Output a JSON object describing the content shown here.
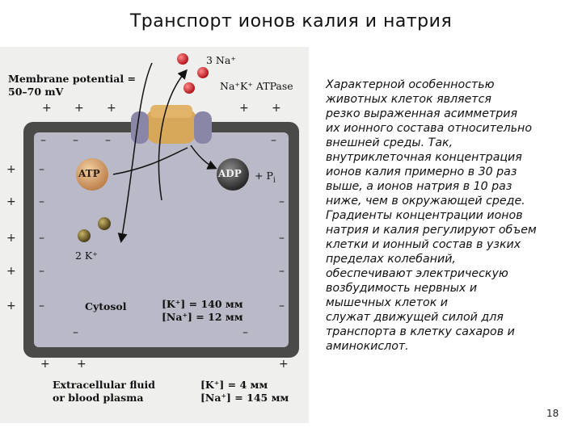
{
  "title": "Транспорт ионов калия и натрия",
  "figure": {
    "membrane_potential_line1": "Membrane potential =",
    "membrane_potential_line2": "50–70 mV",
    "na_out": "3 Na⁺",
    "atpase": "Na⁺K⁺ ATPase",
    "atp": "ATP",
    "adp": "ADP",
    "pi": "+ P",
    "pi_sub": "i",
    "k_in": "2 K⁺",
    "cytosol": "Cytosol",
    "cytosol_k": "[K⁺] = 140 мм",
    "cytosol_na": "[Na⁺] = 12 мм",
    "extracellular_line1": "Extracellular fluid",
    "extracellular_line2": "or blood plasma",
    "extracellular_k": "[K⁺] = 4 мм",
    "extracellular_na": "[Na⁺] = 145 мм",
    "plus": "+",
    "minus": "–",
    "colors": {
      "membrane": "#4a4a48",
      "cytosol": "#b9b9c7",
      "na_ion": "#c8262a",
      "k_ion": "#6b5a2a",
      "atp": "#d9a574",
      "adp": "#3a3a3a",
      "pump": "#c7974a"
    }
  },
  "body_lines": [
    "Характерной особенностью",
    "животных клеток является",
    "резко выраженная асимметрия",
    "их ионного состава относительно",
    "внешней среды. Так,",
    "внутриклеточная концентрация",
    "ионов калия примерно в 30 раз",
    "выше, а ионов натрия в 10 раз",
    "ниже, чем в окружающей среде.",
    "Градиенты концентрации ионов",
    "натрия и калия регулируют объем",
    "клетки и ионный состав в узких",
    "пределах колебаний,",
    "обеспечивают электрическую",
    "возбудимость нервных и",
    "мышечных клеток и",
    "служат движущей силой для",
    "транспорта в клетку сахаров и",
    "аминокислот."
  ],
  "page_number": "18"
}
